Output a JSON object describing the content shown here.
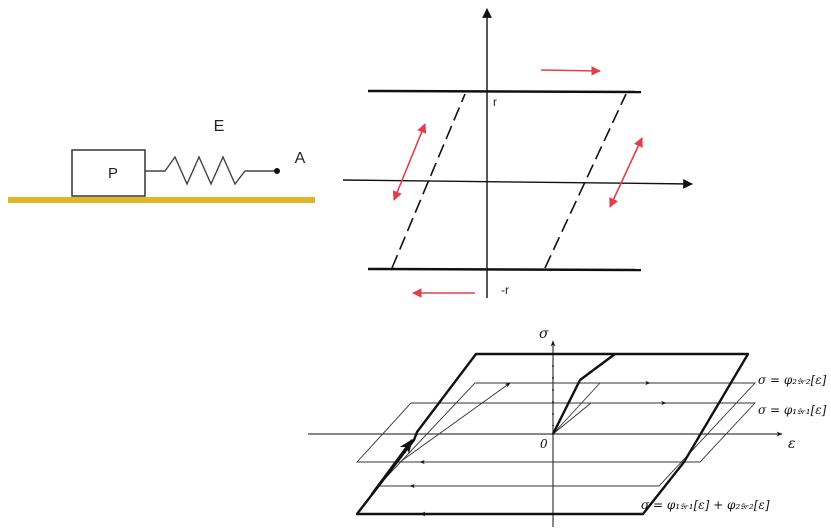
{
  "spring_model": {
    "block_label": "P",
    "spring_label": "E",
    "end_label": "A",
    "ground_color": "#e0b52a"
  },
  "play_diagram": {
    "upper_level_label": "r",
    "lower_level_label": "-r",
    "arrow_color": "#e0404a"
  },
  "hysteresis_diagram": {
    "y_axis_label": "σ",
    "x_axis_label": "ε",
    "origin_label": "0",
    "curve_labels": {
      "phi2": "σ = φ₂𝔰ᵣ₂[ε]",
      "phi1": "σ = φ₁𝔰ᵣ₁[ε]",
      "sum": "σ = φ₁𝔰ᵣ₁[ε] + φ₂𝔰ᵣ₂[ε]"
    }
  }
}
